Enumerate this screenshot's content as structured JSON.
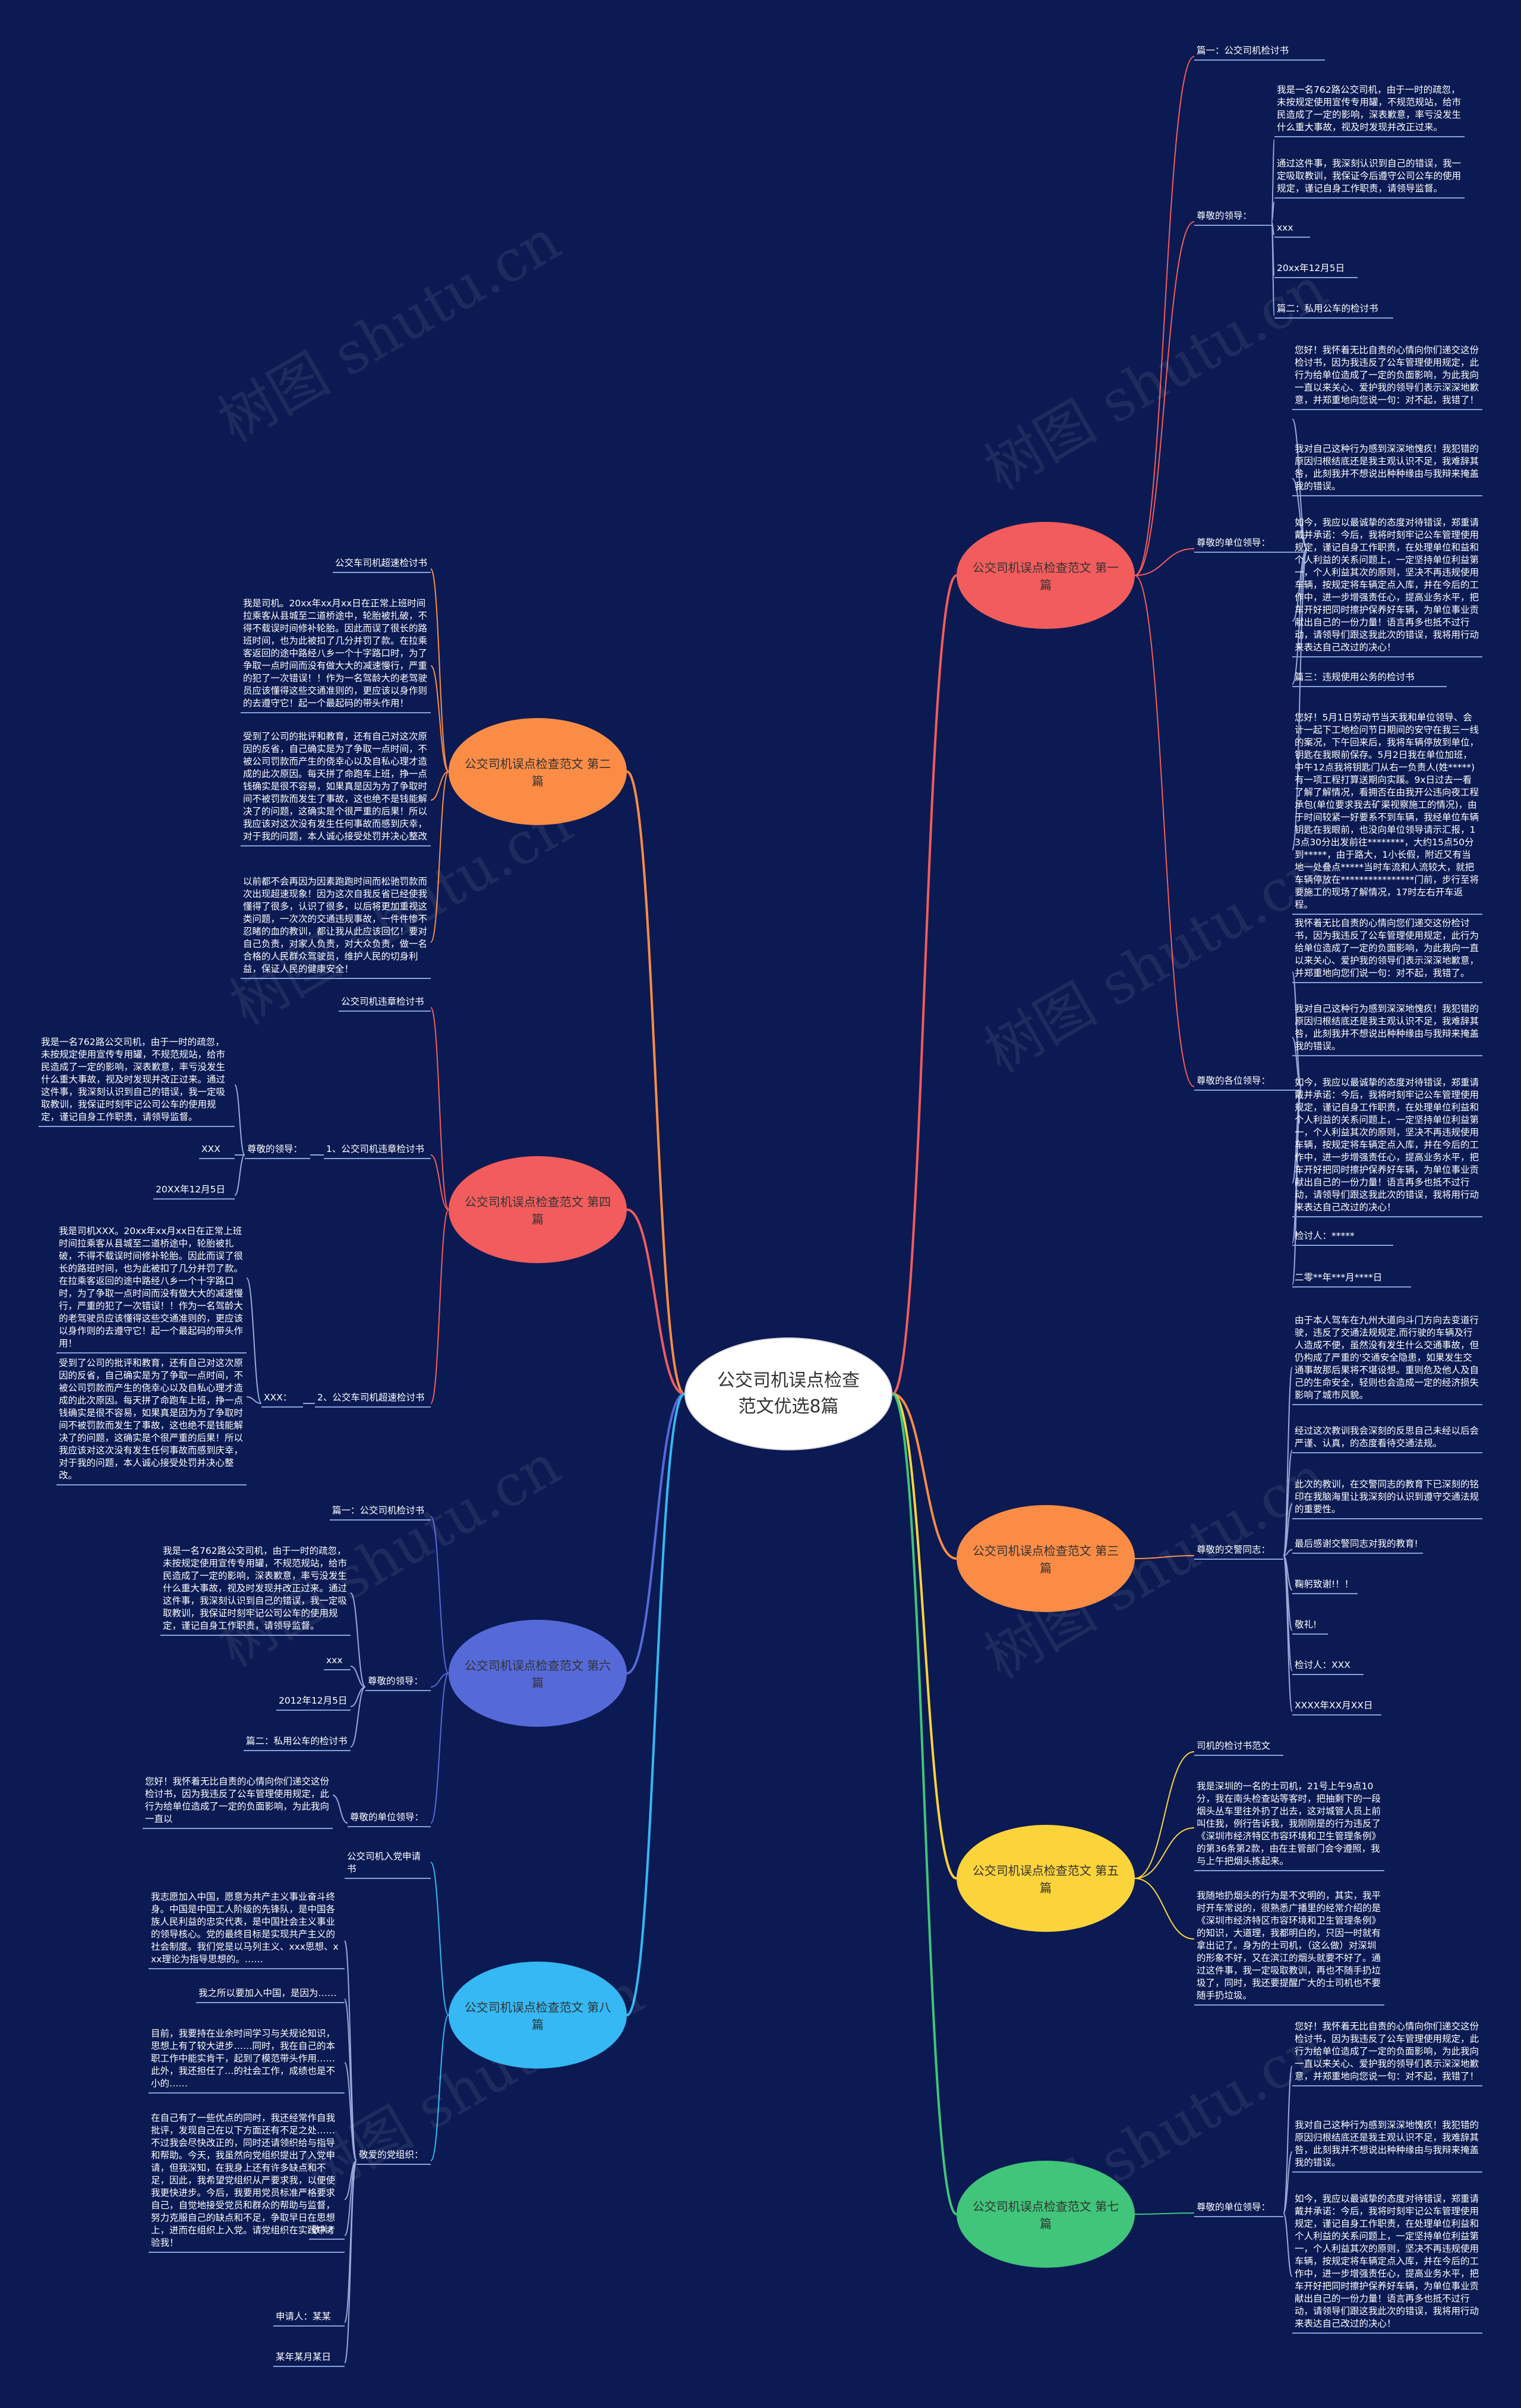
{
  "root": {
    "title": "公交司机误点检查范文优选8篇"
  },
  "watermark": "树图 shutu.cn",
  "branches": [
    {
      "label": "公交司机误点检查范文 第一篇",
      "color": "#f25c5c"
    },
    {
      "label": "公交司机误点检查范文 第二篇",
      "color": "#fb8c46"
    },
    {
      "label": "公交司机误点检查范文 第四篇",
      "color": "#f25c5c"
    },
    {
      "label": "公交司机误点检查范文 第六篇",
      "color": "#5669d8"
    },
    {
      "label": "公交司机误点检查范文 第八篇",
      "color": "#35b8f3"
    },
    {
      "label": "公交司机误点检查范文 第三篇",
      "color": "#fb8c46"
    },
    {
      "label": "公交司机误点检查范文 第五篇",
      "color": "#fbd33b"
    },
    {
      "label": "公交司机误点检查范文 第七篇",
      "color": "#40c57a"
    }
  ],
  "nodes": {
    "b1_title": "篇一：公交司机检讨书",
    "b1_greet": "尊敬的领导：",
    "b1_t1": "我是一名762路公交司机，由于一时的疏忽，未按规定使用宣传专用罐，不规范规站，给市民造成了一定的影响，深表歉意，率亏没发生什么重大事故，视及时发现并改正过来。",
    "b1_t2": "通过这件事，我深刻认识到自己的错误，我一定吸取教训，我保证今后遵守公司公车的使用规定，谨记自身工作职责，请领导监督。",
    "b1_t3": "xxx",
    "b1_t4": "20xx年12月5日",
    "b1_t5": "篇二：私用公车的检讨书",
    "b1_u1": "您好！我怀着无比自责的心情向你们递交这份检讨书，因为我违反了公车管理使用规定，此行为给单位造成了一定的负面影响，为此我向一直以来关心、爱护我的领导们表示深深地歉意，并郑重地向您说一句：对不起，我错了！",
    "b1_unit": "尊敬的单位领导：",
    "b1_u2": "我对自己这种行为感到深深地愧疚！我犯错的原因归根结底还是我主观认识不足，我难辞其咎，此刻我并不想说出种种缘由与我辩来掩盖我的错误。",
    "b1_u3": "如今，我应以最诚挚的态度对待错误，郑重请戴并承诺：今后，我将时刻牢记公车管理使用规定，谨记自身工作职责，在处理单位和益和个人利益的关系问题上，一定坚持单位利益第一，个人利益其次的原则，坚决不再违规使用车辆，按规定将车辆定点入库，并在今后的工作中，进一步增强责任心，提高业务水平，把车开好把同时擦护保养好车辆，为单位事业贡献出自己的一份力量！语言再多也抵不过行动，请领导们跟这我此次的错误，我将用行动来表达自己改过的决心！",
    "b1_u4": "篇三：违规使用公务的检讨书",
    "b1_v1": "您好！5月1日劳动节当天我和单位领导、会计一起下工地检问节日期间的安守在我三一线的案况，下午回来后，我将车辆停放到单位，钥匙在我眼前保存。5月2日我在单位加班，中午12点我将钥匙门从右一负责人(姓*****)有一项工程打算送期向实蹊。9x日过去一看了解了解情况，看拥否在由我开公违向夜工程承包(单位要求我去矿渠视察施工的情况)，由于时间较紧一好要系不到车辆，我经单位车辆钥匙在我眼前，也没向单位领导请示汇报，13点30分出发前往********，大约15点50分到*****，由于路大，1小长假，附近又有当地一处叠点*****当时车流和人流较大，就把车辆停放在****************门前，步行至将要施工的现场了解情况，17时左右开车返程。",
    "b1_w1": "我怀着无比自责的心情向您们递交这份检讨书，因为我违反了公车管理使用规定，此行为给单位造成了一定的负面影响，为此我向一直以来关心、爱护我的领导们表示深深地歉意，并郑重地向您们说一句：对不起，我错了。",
    "b1_multi": "尊敬的各位领导：",
    "b1_w2": "我对自己这种行为感到深深地愧疚！我犯错的原因归根结底还是我主观认识不足，我难辞其咎，此刻我并不想说出种种缘由与我辩来掩盖我的错误。",
    "b1_w3": "如今，我应以最诚挚的态度对待错误，郑重请戴并承诺：今后，我将时刻牢记公车管理使用规定，谨记自身工作职责，在处理单位利益和个人利益的关系问题上，一定坚持单位利益第一，个人利益其次的原则，坚决不再违规使用车辆，按规定将车辆定点入库，并在今后的工作中，进一步增强责任心，提高业务水平，把车开好把同时擦护保养好车辆，为单位事业贡献出自己的一份力量！语言再多也抵不过行动，请领导们跟这我此次的错误，我将用行动来表达自己改过的决心！",
    "b1_w4": "检讨人：*****",
    "b1_w5": "二零**年***月****日",
    "b2_title": "公交车司机超速检讨书",
    "b2_t1": "我是司机。20xx年xx月xx日在正常上班时间拉乘客从县城至二道桥途中，轮胎被扎破，不得不载误时间修补轮胎。因此而误了很长的路班时间，也为此被扣了几分并罚了款。在拉乘客返回的途中路经八乡一个十字路口时，为了争取一点时间而没有做大大的减速慢行，严重的犯了一次错误！！作为一名驾龄大的老驾驶员应该懂得这些交通准则的，更应该以身作则的去遵守它！起一个最起码的带头作用！",
    "b2_t2": "受到了公司的批评和教育，还有自己对这次原因的反省，自己确实是为了争取一点时间，不被公司罚款而产生的侥幸心以及自私心理才造成的此次原因。每天拼了命跑车上班，挣一点钱确实是很不容易，如果真是因为为了争取时间不被罚款而发生了事故，这也绝不是钱能解决了的问题，这确实是个很严重的后果！所以我应该对这次没有发生任何事故而感到庆幸，对于我的问题，本人诚心接受处罚并决心整改",
    "b2_t3": "以前都不会再因为因素跑跑时间而松驰罚款而次出现超速现象！因为这次自我反省已经使我懂得了很多，认识了很多，以后将更加重视这类问题，一次次的交通违规事故，一件件惨不忍睹的血的教训，都让我从此应该回忆！要对自己负责，对家人负责，对大众负责，做一名合格的人民群众驾驶员，维护人民的切身利益，保证人民的健康安全！",
    "b4_title": "公交司机违章检讨书",
    "b4_t1": "我是一名762路公交司机，由于一时的疏忽，未按规定使用宣传专用罐，不规范规站，给市民造成了一定的影响，深表歉意，率亏没发生什么重大事故，视及时发现并改正过来。通过这件事，我深刻认识到自己的错误，我一定吸取教训，我保证时刻牢记公司公车的使用规定，谨记自身工作职责，请领导监督。",
    "b4_xxx": "XXX",
    "b4_greet": "尊敬的领导：",
    "b4_sub1": "1、公交司机违章检讨书",
    "b4_date": "20XX年12月5日",
    "b4_t2": "我是司机XXX。20xx年xx月xx日在正常上班时间拉乘客从县城至二道桥途中，轮胎被扎破，不得不载误时间修补轮胎。因此而误了很长的路班时间，也为此被扣了几分并罚了款。在拉乘客返回的途中路经八乡一个十字路口时，为了争取一点时间而没有做大大的减速慢行，严重的犯了一次错误！！作为一名驾龄大的老驾驶员应该懂得这些交通准则的，更应该以身作则的去遵守它！起一个最起码的带头作用！",
    "b4_t3": "受到了公司的批评和教育，还有自己对这次原因的反省，自己确实是为了争取一点时间，不被公司罚款而产生的侥幸心以及自私心理才造成的此次原因。每天拼了命跑车上班，挣一点钱确实是很不容易，如果真是因为为了争取时间不被罚款而发生了事故，这也绝不是钱能解决了的问题，这确实是个很严重的后果！所以我应该对这次没有发生任何事故而感到庆幸，对于我的问题，本人诚心接受处罚并决心整改。",
    "b4_xxx2": "XXX：",
    "b4_sub2": "2、公交车司机超速检讨书",
    "b6_title": "篇一：公交司机检讨书",
    "b6_t1": "我是一名762路公交司机，由于一时的疏忽，未按规定使用宣传专用罐，不规范规站，给市民造成了一定的影响，深表歉意，率亏没发生什么重大事故，视及时发现并改正过来。通过这件事，我深刻认识到自己的错误，我一定吸取教训，我保证时刻牢记公司公车的使用规定，谨记自身工作职责，请领导监督。",
    "b6_xxx": "xxx",
    "b6_greet": "尊敬的领导：",
    "b6_date": "2012年12月5日",
    "b6_t2": "篇二：私用公车的检讨书",
    "b6_t3": "您好！我怀着无比自责的心情向你们递交这份检讨书，因为我违反了公车管理使用规定，此行为给单位造成了一定的负面影响，为此我向一直以",
    "b6_unit": "尊敬的单位领导：",
    "b8_title": "公交司机入党申请书",
    "b8_t1": "我志愿加入中国，愿意为共产主义事业奋斗终身。中国是中国工人阶级的先锋队，是中国各族人民利益的忠实代表，是中国社会主义事业的领导核心。党的最终目标是实现共产主义的社会制度。我们党是以马列主义、xxx思想、xxx理论为指导思想的。……",
    "b8_t2": "我之所以要加入中国，是因为……",
    "b8_t3": "目前，我要持在业余时间学习与关规论知识，思想上有了较大进步……同时，我在自己的本职工作中能实肯干，起到了模范带头作用……此外，我还担任了…的社会工作，成绩也是不小的……",
    "b8_t4": "在自己有了一些优点的同时，我还经常作自我批评，发现自己在以下方面还有不足之处……不过我会尽快改正的，同时还请领织给与指导和帮助。今天，我虽然向党组织提出了入党申请，但我深知，在我身上还有许多缺点和不足，因此，我希望党组织从严要求我，以便使我更快进步。今后，我要用党员标准严格要求自己，自觉地接受党员和群众的帮助与监督，努力克服自己的缺点和不足，争取早日在思想上，进而在组织上入党。请党组织在实践中考验我！",
    "b8_greet": "敬爱的党组织：",
    "b8_sig1": "敬礼!",
    "b8_sig2": "申请人：某某",
    "b8_sig3": "某年某月某日",
    "b3_t1": "由于本人驾车在九州大道向斗门方向去变道行驶，违反了交通法规规定,而行驶的车辆及行人造成不便，虽然没有发生什么交通事故，但仍构成了严重的'交通安全隐患，如果发生交通事故那后果将不堪设想。重则危及他人及自己的生命安全，轻则也会造成一定的经济损失影响了城市风貌。",
    "b3_t2": "经过这次教训我会深刻的反思自己未经以后会严谨、认真，的态度看待交通法规。",
    "b3_t3": "此次的教训，在交警同志的教育下已深刻的铭印在我脑海里让我深刻的认识到遵守交通法规的重要性。",
    "b3_t4": "最后感谢交警同志对我的教育!",
    "b3_greet": "尊敬的交警同志：",
    "b3_t5": "鞠躬致谢!！！",
    "b3_t6": "敬礼!",
    "b3_t7": "检讨人：XXX",
    "b3_t8": "XXXX年XX月XX日",
    "b5_title": "司机的检讨书范文",
    "b5_t1": "我是深圳的一名的士司机，21号上午9点10分，我在南头检查站等客时，把抽剩下的一段烟头丛车里往外扔了出去，这对城管人员上前叫住我，例行告诉我，我刚刚是的行为违反了《深圳市经济特区市容环境和卫生管理条例》的第36条第2款，由在主管部门会令遵照，我与上午把烟头拣起来。",
    "b5_t2": "我随地扔烟头的行为是不文明的，其实，我平时开车常说的，很熟悉广播里的经常介绍的是《深圳市经济特区市容环境和卫生管理条例》的知识，大道理，我都明白的，只因一时就有拿出记了。身为的士司机，（这么做）对深圳的形象不好，又在滨江的烟头就要不好了。通过这件事，我一定吸取教训，再也不随手扔垃圾了，同时，我还要提醒广大的士司机也不要随手扔垃圾。",
    "b5_t2b": "",
    "b7_t1": "您好！我怀着无比自责的心情向你们递交这份检讨书，因为我违反了公车管理使用规定，此行为给单位造成了一定的负面影响，为此我向一直以来关心、爱护我的领导们表示深深地歉意，并郑重地向您说一句：对不起，我错了！",
    "b7_t2": "我对自己这种行为感到深深地愧疚！我犯错的原因归根结底还是我主观认识不足，我难辞其咎，此刻我并不想说出种种缘由与我辩来掩盖我的错误。",
    "b7_t3": "如今，我应以最诚挚的态度对待错误，郑重请戴并承诺：今后，我将时刻牢记公车管理使用规定，谨记自身工作职责，在处理单位利益和个人利益的关系问题上，一定坚持单位利益第一，个人利益其次的原则，坚决不再违规使用车辆，按规定将车辆定点入库，并在今后的工作中，进一步增强责任心，提高业务水平，把车开好把同时擦护保养好车辆，为单位事业贡献出自己的一份力量！语言再多也抵不过行动，请领导们跟这我此次的错误，我将用行动来表达自己改过的决心！",
    "b7_greet": "尊敬的单位领导："
  }
}
